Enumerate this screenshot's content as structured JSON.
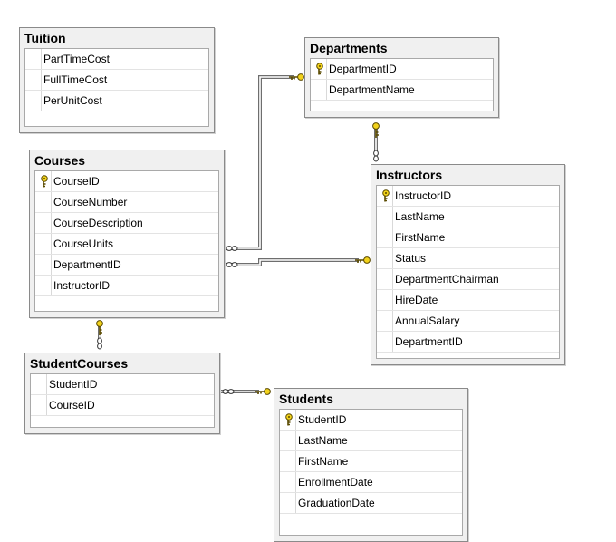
{
  "tables": {
    "tuition": {
      "title": "Tuition",
      "columns": [
        {
          "name": "PartTimeCost",
          "pk": false
        },
        {
          "name": "FullTimeCost",
          "pk": false
        },
        {
          "name": "PerUnitCost",
          "pk": false
        }
      ]
    },
    "departments": {
      "title": "Departments",
      "columns": [
        {
          "name": "DepartmentID",
          "pk": true
        },
        {
          "name": "DepartmentName",
          "pk": false
        }
      ]
    },
    "courses": {
      "title": "Courses",
      "columns": [
        {
          "name": "CourseID",
          "pk": true
        },
        {
          "name": "CourseNumber",
          "pk": false
        },
        {
          "name": "CourseDescription",
          "pk": false
        },
        {
          "name": "CourseUnits",
          "pk": false
        },
        {
          "name": "DepartmentID",
          "pk": false
        },
        {
          "name": "InstructorID",
          "pk": false
        }
      ]
    },
    "instructors": {
      "title": "Instructors",
      "columns": [
        {
          "name": "InstructorID",
          "pk": true
        },
        {
          "name": "LastName",
          "pk": false
        },
        {
          "name": "FirstName",
          "pk": false
        },
        {
          "name": "Status",
          "pk": false
        },
        {
          "name": "DepartmentChairman",
          "pk": false
        },
        {
          "name": "HireDate",
          "pk": false
        },
        {
          "name": "AnnualSalary",
          "pk": false
        },
        {
          "name": "DepartmentID",
          "pk": false
        }
      ]
    },
    "studentcourses": {
      "title": "StudentCourses",
      "columns": [
        {
          "name": "StudentID",
          "pk": false
        },
        {
          "name": "CourseID",
          "pk": false
        }
      ]
    },
    "students": {
      "title": "Students",
      "columns": [
        {
          "name": "StudentID",
          "pk": true
        },
        {
          "name": "LastName",
          "pk": false
        },
        {
          "name": "FirstName",
          "pk": false
        },
        {
          "name": "EnrollmentDate",
          "pk": false
        },
        {
          "name": "GraduationDate",
          "pk": false
        }
      ]
    }
  },
  "relationships": [
    {
      "from": "courses.DepartmentID",
      "to": "departments.DepartmentID",
      "type": "many-to-one"
    },
    {
      "from": "courses.InstructorID",
      "to": "instructors.InstructorID",
      "type": "many-to-one"
    },
    {
      "from": "instructors.DepartmentID",
      "to": "departments.DepartmentID",
      "type": "many-to-one"
    },
    {
      "from": "studentcourses.CourseID",
      "to": "courses.CourseID",
      "type": "many-to-one"
    },
    {
      "from": "studentcourses.StudentID",
      "to": "students.StudentID",
      "type": "many-to-one"
    }
  ],
  "colors": {
    "key_fill": "#f2d21b",
    "key_stroke": "#5a4a00",
    "connector": "#6e6e6e"
  },
  "icons": {
    "primary_key": "key-icon",
    "one_end": "key-icon",
    "many_end": "infinity-icon"
  }
}
